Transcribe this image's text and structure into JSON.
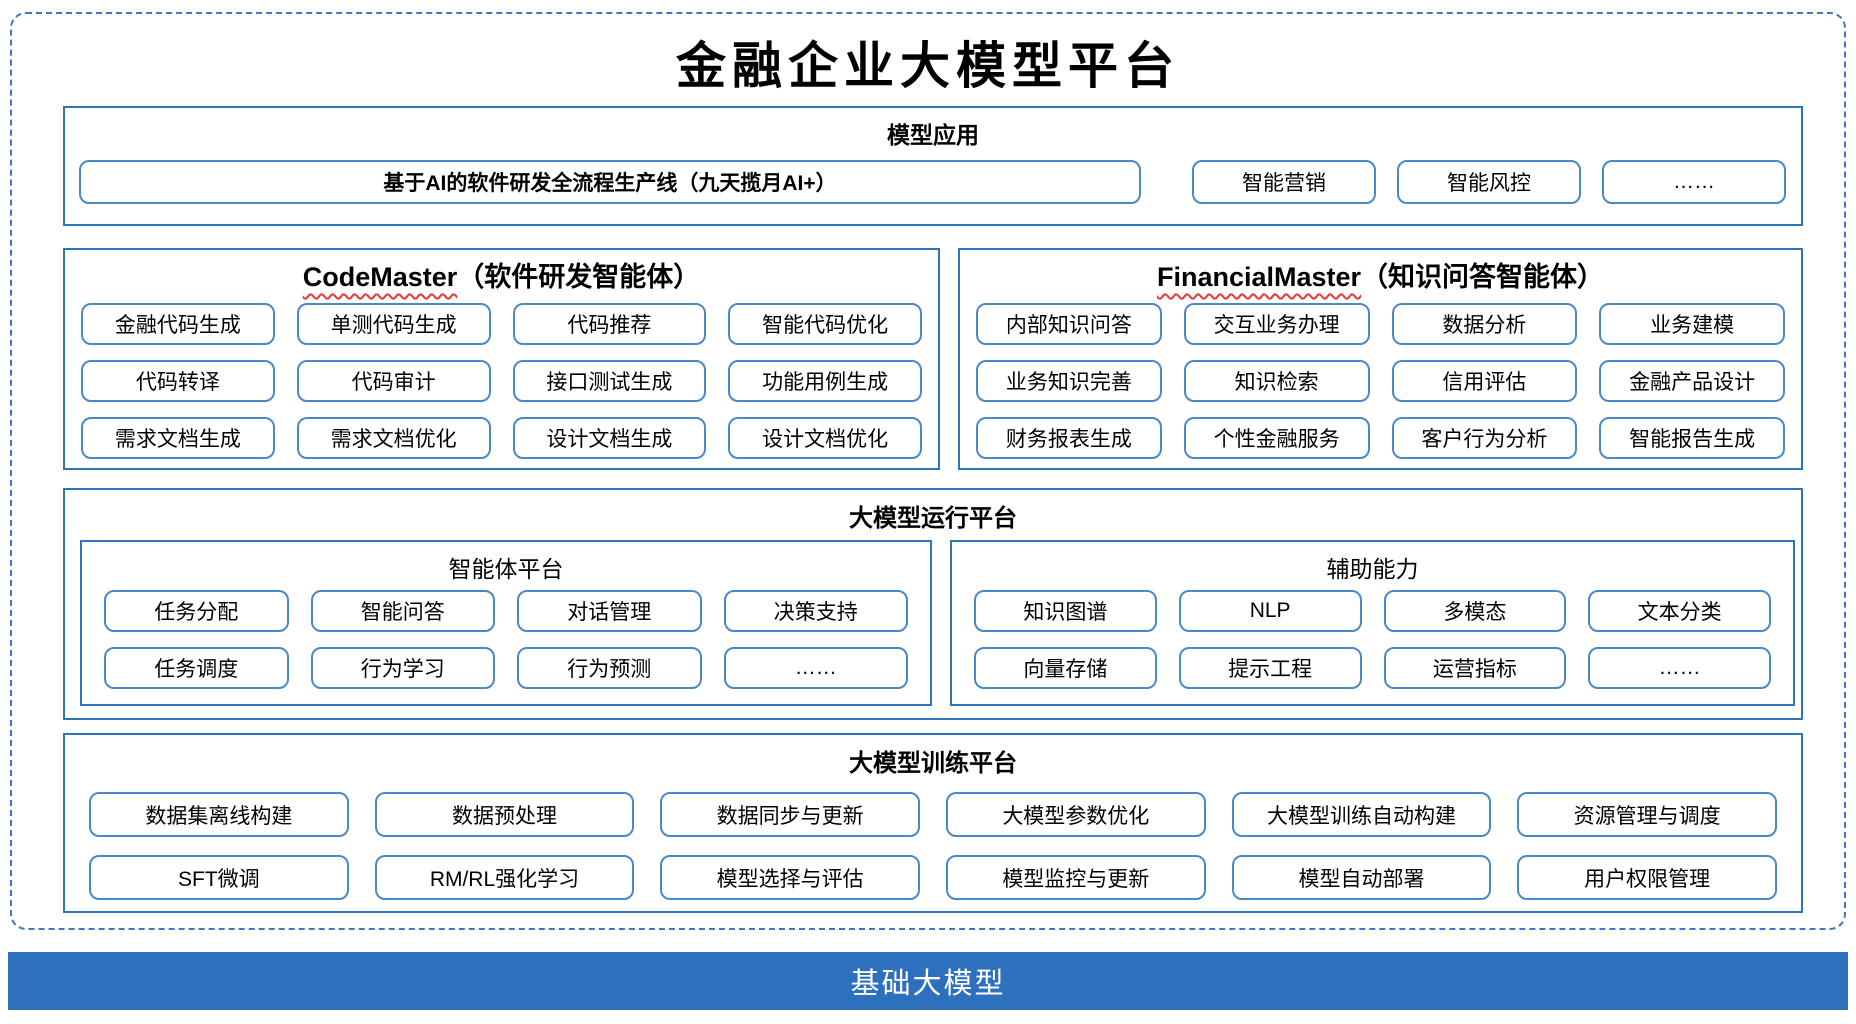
{
  "page_title": "金融企业大模型平台",
  "colors": {
    "section_border": "#2E75B6",
    "item_border": "#4A89C8",
    "dashed_border": "#4472C4",
    "base_bar_bg": "#2D70BE",
    "squiggle_red": "#E53935"
  },
  "model_app": {
    "header": "模型应用",
    "pipeline": "基于AI的软件研发全流程生产线（九天揽月AI+）",
    "items": [
      "智能营销",
      "智能风控",
      "……"
    ]
  },
  "code_master": {
    "title_en": "CodeMaster",
    "title_zh": "（软件研发智能体）",
    "items": [
      "金融代码生成",
      "单测代码生成",
      "代码推荐",
      "智能代码优化",
      "代码转译",
      "代码审计",
      "接口测试生成",
      "功能用例生成",
      "需求文档生成",
      "需求文档优化",
      "设计文档生成",
      "设计文档优化"
    ]
  },
  "financial_master": {
    "title_en": "FinancialMaster",
    "title_zh": "（知识问答智能体）",
    "items": [
      "内部知识问答",
      "交互业务办理",
      "数据分析",
      "业务建模",
      "业务知识完善",
      "知识检索",
      "信用评估",
      "金融产品设计",
      "财务报表生成",
      "个性金融服务",
      "客户行为分析",
      "智能报告生成"
    ]
  },
  "runtime_platform": {
    "header": "大模型运行平台",
    "agent_platform": {
      "title": "智能体平台",
      "items": [
        "任务分配",
        "智能问答",
        "对话管理",
        "决策支持",
        "任务调度",
        "行为学习",
        "行为预测",
        "……"
      ]
    },
    "aux_ability": {
      "title": "辅助能力",
      "items": [
        "知识图谱",
        "NLP",
        "多模态",
        "文本分类",
        "向量存储",
        "提示工程",
        "运营指标",
        "……"
      ]
    }
  },
  "training_platform": {
    "header": "大模型训练平台",
    "items": [
      "数据集离线构建",
      "数据预处理",
      "数据同步与更新",
      "大模型参数优化",
      "大模型训练自动构建",
      "资源管理与调度",
      "SFT微调",
      "RM/RL强化学习",
      "模型选择与评估",
      "模型监控与更新",
      "模型自动部署",
      "用户权限管理"
    ]
  },
  "base_model": {
    "label": "基础大模型"
  }
}
